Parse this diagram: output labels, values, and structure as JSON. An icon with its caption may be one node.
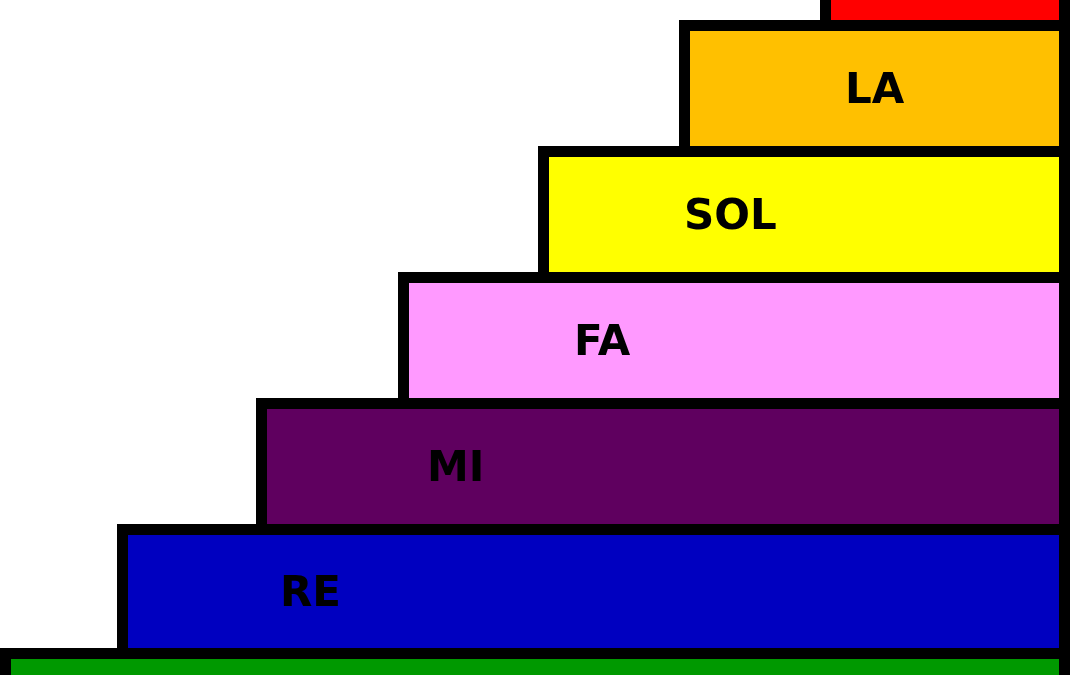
{
  "diagram": {
    "nodes": [
      {
        "text": [],
        "shape": "bar"
      },
      {
        "text": [
          "LA"
        ]
      },
      {
        "text": [
          "SOL"
        ]
      },
      {
        "text": [
          "FA"
        ]
      },
      {
        "text": [
          "MI"
        ]
      },
      {
        "text": [
          "RE"
        ]
      },
      {
        "text": [],
        "shape": "bar"
      }
    ]
  }
}
